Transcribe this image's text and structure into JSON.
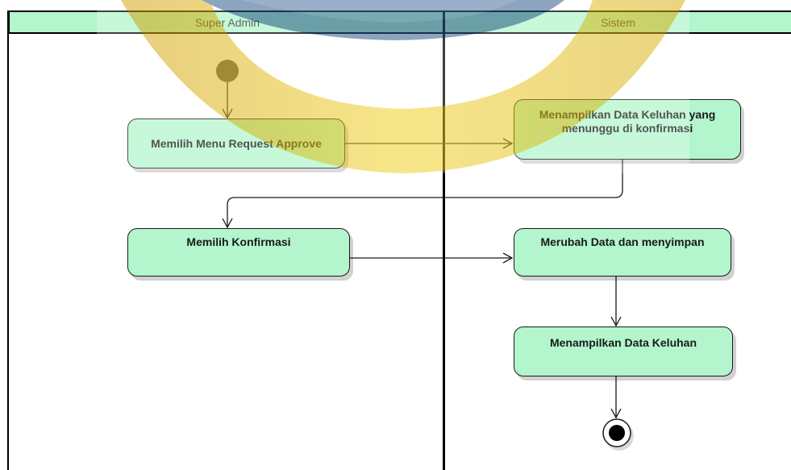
{
  "lanes": {
    "left_title": "Super Admin",
    "right_title": "Sistem"
  },
  "actions": {
    "select_request_approve": "Memilih Menu Request Approve",
    "show_pending_complaints": "Menampilkan Data Keluhan yang menunggu di konfirmasi",
    "select_confirmation": "Memilih Konfirmasi",
    "update_and_save": "Merubah Data dan menyimpan",
    "show_complaints": "Menampilkan Data Keluhan"
  },
  "colors": {
    "action_fill": "#b3f5cc",
    "header_fill": "#b3f5cc",
    "line": "#1a1a1a",
    "watermark_blue": "#2f5a8a",
    "watermark_gold": "#e8c21a"
  },
  "icons": {
    "initial_node": "start-node-icon",
    "final_node": "end-node-icon",
    "watermark": "logo-watermark"
  }
}
